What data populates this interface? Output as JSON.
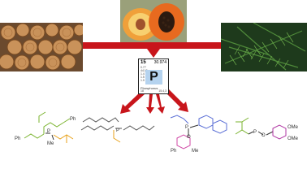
{
  "element": {
    "number": "15",
    "mass": "30.974",
    "symbol": "P",
    "info": [
      "0.77",
      "44.15",
      "1.4",
      "1.5",
      "1.9"
    ],
    "name": "Phosphorus",
    "footer_left": "18",
    "footer_right": "15.4,3"
  },
  "colors": {
    "arrow_red": "#c8151b",
    "green_chain": "#7ab32e",
    "orange_chain": "#e8a21b",
    "blue_chain": "#5b6fd6",
    "pink_ring": "#d04aa6",
    "magenta_ring": "#b13aa5",
    "phosphorus_atom": "#333333"
  },
  "atoms": {
    "p": "P",
    "o": "O",
    "ph": "Ph",
    "me": "Me",
    "ome": "OMe"
  },
  "images": [
    "wood-logs-photo",
    "papaya-photo",
    "pine-branch-photo"
  ]
}
